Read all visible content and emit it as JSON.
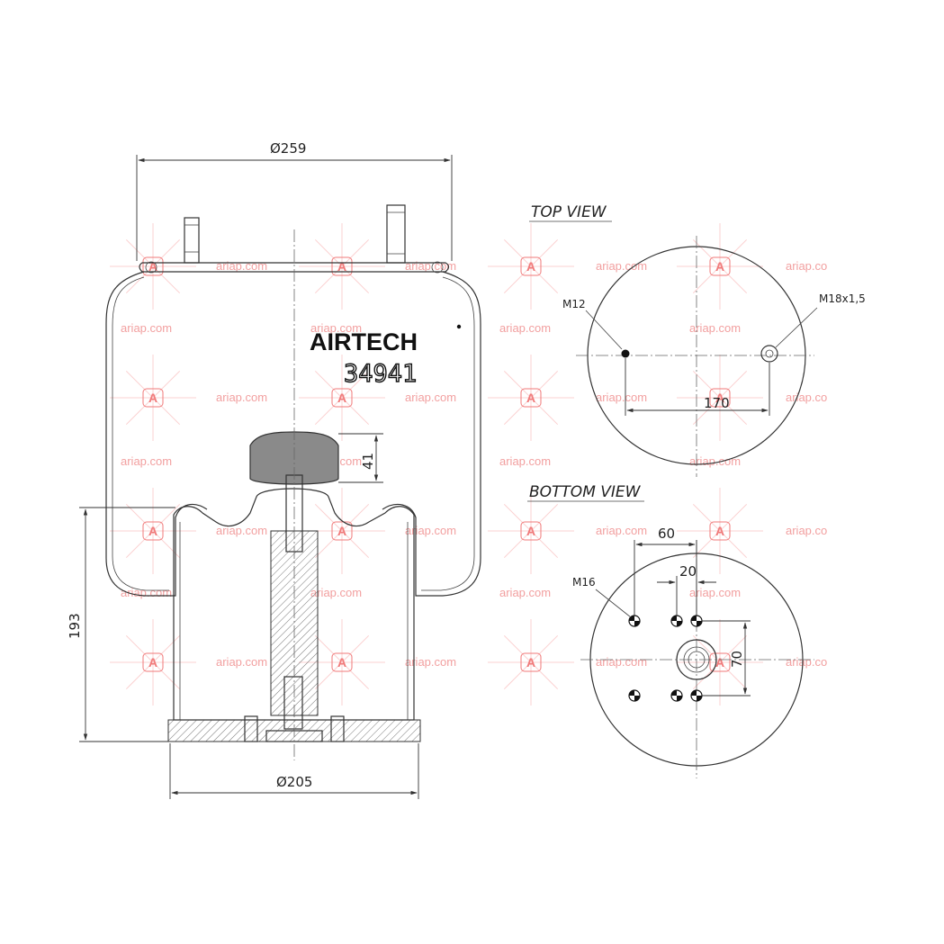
{
  "brand": "AIRTECH",
  "part_number": "34941",
  "views": {
    "top": "TOP VIEW",
    "bottom": "BOTTOM VIEW"
  },
  "dimensions": {
    "top_diameter": "Ø259",
    "bottom_diameter": "Ø205",
    "height": "193",
    "piston_offset": "41",
    "top_hole_spacing": "170",
    "bottom_spacing_60": "60",
    "bottom_spacing_20": "20",
    "bottom_spacing_70": "70"
  },
  "threads": {
    "top_left": "M12",
    "top_right": "M18x1,5",
    "bottom": "M16"
  },
  "watermark": {
    "text": "ariap.com",
    "text_cut": "ariap.co",
    "logo_letter": "A",
    "color": "#f07a7a"
  }
}
